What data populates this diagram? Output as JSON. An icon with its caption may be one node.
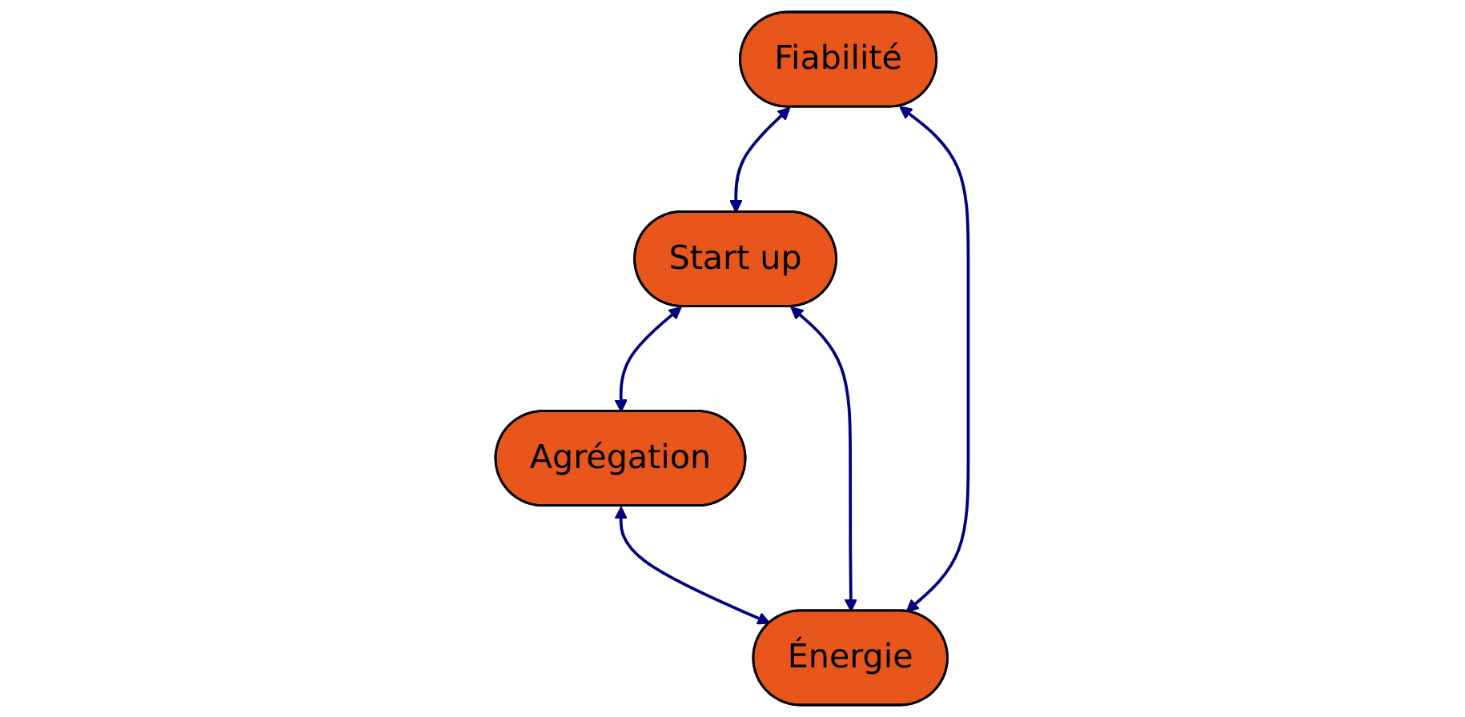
{
  "diagram": {
    "nodes": [
      {
        "text": [
          "Start up"
        ]
      },
      {
        "text": [
          "Fiabilité"
        ]
      },
      {
        "text": [
          "Agrégation"
        ]
      },
      {
        "text": [
          "Énergie"
        ]
      }
    ],
    "edges": [
      {
        "from": 1,
        "to": 0,
        "arrow": "both"
      },
      {
        "from": 0,
        "to": 2,
        "arrow": "both"
      },
      {
        "from": 0,
        "to": 3,
        "arrow": "both"
      },
      {
        "from": 1,
        "to": 3,
        "arrow": "both"
      },
      {
        "from": 2,
        "to": 3,
        "arrow": "both"
      }
    ]
  }
}
